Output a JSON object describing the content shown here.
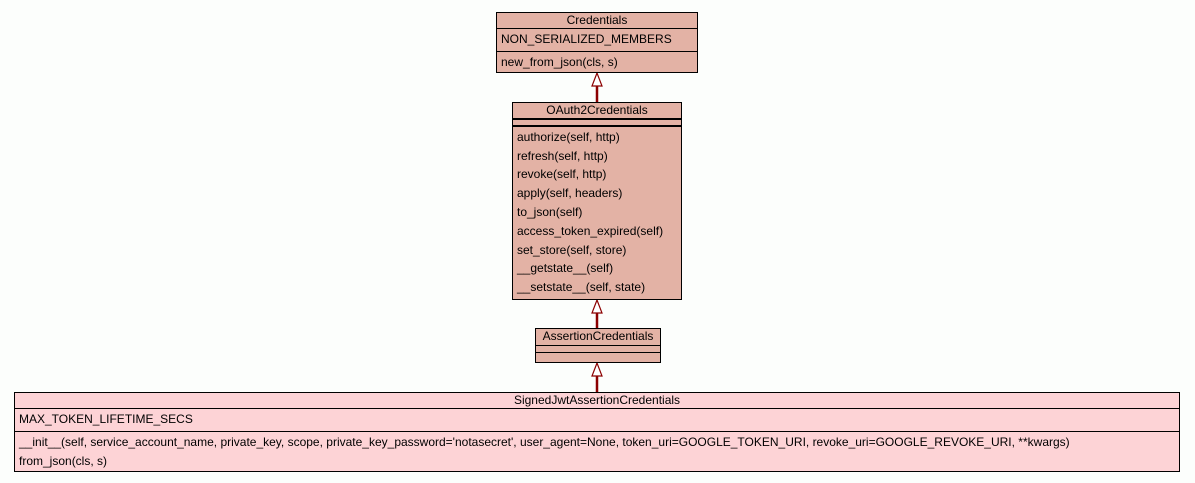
{
  "diagram": {
    "type": "uml-class-inheritance",
    "colors": {
      "base_class_fill": "#e3b2a5",
      "leaf_class_fill": "#fdd3d6",
      "edge": "#8b0000",
      "border": "#000000"
    },
    "classes": {
      "credentials": {
        "name": "Credentials",
        "attributes": [
          "NON_SERIALIZED_MEMBERS"
        ],
        "methods": [
          "new_from_json(cls, s)"
        ]
      },
      "oauth2": {
        "name": "OAuth2Credentials",
        "attributes": [],
        "methods": [
          "authorize(self, http)",
          "refresh(self, http)",
          "revoke(self, http)",
          "apply(self, headers)",
          "to_json(self)",
          "access_token_expired(self)",
          "set_store(self, store)",
          "__getstate__(self)",
          "__setstate__(self, state)"
        ]
      },
      "assertion": {
        "name": "AssertionCredentials",
        "attributes": [],
        "methods": []
      },
      "signed_jwt": {
        "name": "SignedJwtAssertionCredentials",
        "attributes": [
          "MAX_TOKEN_LIFETIME_SECS"
        ],
        "methods": [
          "__init__(self, service_account_name, private_key, scope, private_key_password='notasecret', user_agent=None, token_uri=GOOGLE_TOKEN_URI, revoke_uri=GOOGLE_REVOKE_URI, **kwargs)",
          "from_json(cls, s)"
        ]
      }
    },
    "inheritance": [
      {
        "child": "OAuth2Credentials",
        "parent": "Credentials"
      },
      {
        "child": "AssertionCredentials",
        "parent": "OAuth2Credentials"
      },
      {
        "child": "SignedJwtAssertionCredentials",
        "parent": "AssertionCredentials"
      }
    ]
  }
}
